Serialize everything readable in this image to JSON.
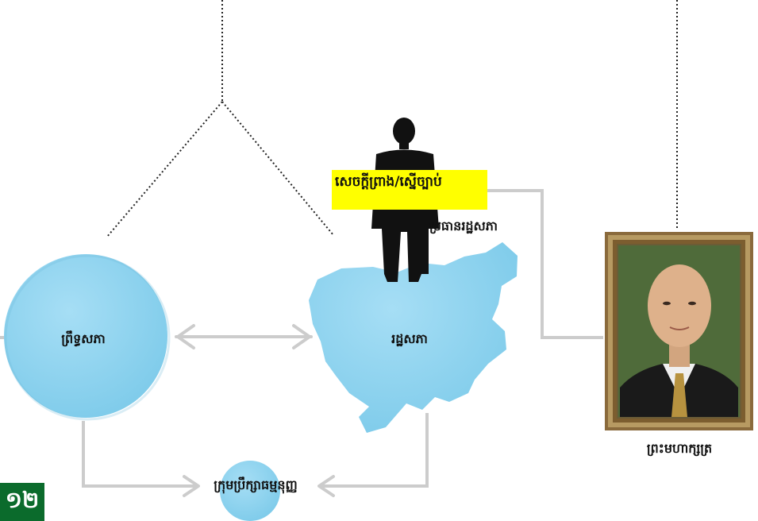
{
  "labels": {
    "senate": "ព្រឹទ្ធសភា",
    "national_assembly": "រដ្ឋសភា",
    "draft_law": "សេចក្តីព្រាង/ស្នើច្បាប់",
    "assembly_president": "ប្រធានរដ្ឋសភា",
    "king": "ព្រះមហាក្សត្រ",
    "constitutional_council": "ក្រុមប្រឹក្សាធម្មនុញ្ញ"
  },
  "page_number": "១២",
  "colors": {
    "circle_fill": "#8fd3f0",
    "connector": "#cccccc",
    "dotted": "#222222",
    "highlight": "#ffff00",
    "page_badge": "#0b6b2c"
  },
  "icons": [
    "person-silhouette-icon",
    "portrait-icon",
    "cambodia-map-icon"
  ]
}
